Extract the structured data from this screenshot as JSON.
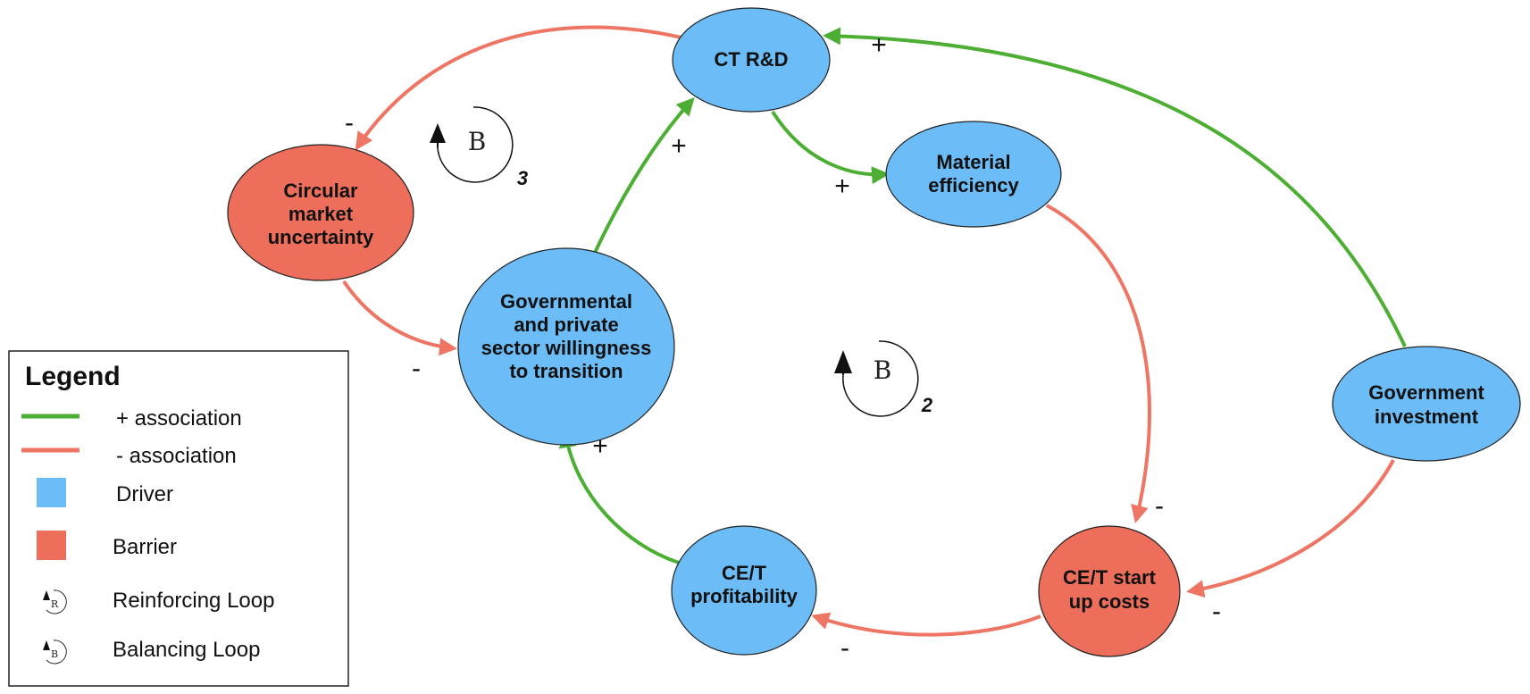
{
  "colors": {
    "driver": "#6bbcf7",
    "barrier": "#ed6e5a",
    "positive": "#4cae33",
    "negative": "#ee7563"
  },
  "nodes": {
    "ct_rd": {
      "label_lines": [
        "CT R&D"
      ],
      "type": "driver"
    },
    "material_efficiency": {
      "label_lines": [
        "Material",
        "efficiency"
      ],
      "type": "driver"
    },
    "circular_market_uncertainty": {
      "label_lines": [
        "Circular",
        "market",
        "uncertainty"
      ],
      "type": "barrier"
    },
    "willingness": {
      "label_lines": [
        "Governmental",
        "and private",
        "sector willingness",
        "to transition"
      ],
      "type": "driver"
    },
    "government_investment": {
      "label_lines": [
        "Government",
        "investment"
      ],
      "type": "driver"
    },
    "ce_t_profitability": {
      "label_lines": [
        "CE/T",
        "profitability"
      ],
      "type": "driver"
    },
    "ce_t_start_up_costs": {
      "label_lines": [
        "CE/T start",
        "up costs"
      ],
      "type": "barrier"
    }
  },
  "links": [
    {
      "id": "gov-to-ctrd",
      "polarity": "+",
      "sign": "+"
    },
    {
      "id": "ctrd-to-uncertainty",
      "polarity": "-",
      "sign": "-"
    },
    {
      "id": "ctrd-to-efficiency",
      "polarity": "+",
      "sign": "+"
    },
    {
      "id": "willingness-to-ctrd",
      "polarity": "+",
      "sign": "+"
    },
    {
      "id": "uncertainty-to-willingness",
      "polarity": "-",
      "sign": "-"
    },
    {
      "id": "efficiency-to-costs",
      "polarity": "-",
      "sign": "-"
    },
    {
      "id": "gov-to-costs",
      "polarity": "-",
      "sign": "-"
    },
    {
      "id": "costs-to-profitability",
      "polarity": "-",
      "sign": "-"
    },
    {
      "id": "profitability-to-willingness",
      "polarity": "+",
      "sign": "+"
    }
  ],
  "loops": [
    {
      "id": "B3",
      "letter": "B",
      "number": "3"
    },
    {
      "id": "B2",
      "letter": "B",
      "number": "2"
    }
  ],
  "legend": {
    "title": "Legend",
    "items": [
      {
        "kind": "line",
        "color_key": "positive",
        "label": "+ association"
      },
      {
        "kind": "line",
        "color_key": "negative",
        "label": "- association"
      },
      {
        "kind": "swatch",
        "color_key": "driver",
        "label": "Driver"
      },
      {
        "kind": "swatch",
        "color_key": "barrier",
        "label": "Barrier"
      },
      {
        "kind": "loop",
        "letter": "R",
        "label": "Reinforcing Loop"
      },
      {
        "kind": "loop",
        "letter": "B",
        "label": "Balancing Loop"
      }
    ]
  }
}
